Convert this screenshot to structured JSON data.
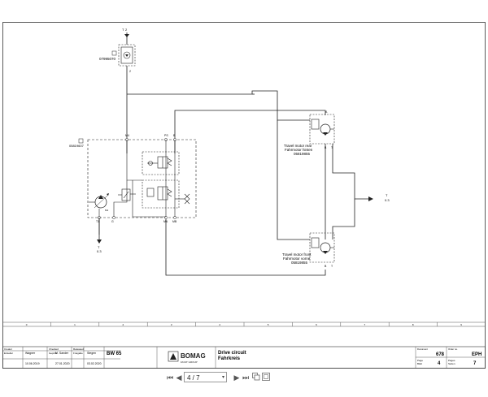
{
  "drawing": {
    "top_port_a": "T",
    "top_port_b": "2",
    "filter_id": "07995070",
    "filter_port_b": "1",
    "filter_port_c": "2",
    "pump_id": "05819607",
    "port_labels": [
      "M4",
      "PS",
      "B",
      "M1",
      "T1",
      "G",
      "MA",
      "MB",
      "M5"
    ],
    "pump_drain": "T",
    "pump_drain_num": "0.3",
    "motor_rear_text_1": "Travel motor rear",
    "motor_rear_text_2": "Fahrmotor hinten",
    "motor_rear_id": "05819855",
    "motor_front_text_1": "Travel motor front",
    "motor_front_text_2": "Fahrmotor vorne",
    "motor_front_id": "05819855",
    "right_arrow_a": "T",
    "right_arrow_b": "0.3",
    "motor_ports": [
      "A",
      "B",
      "T"
    ]
  },
  "title_block": {
    "created_label_1": "Creator",
    "created_label_2": "Ersteller",
    "created_name": "Wagner",
    "created_date": "10.06.2019",
    "check_label_1": "Checked",
    "check_label_2": "Geprüft",
    "checker_name": "M. Sander",
    "checker_date": "27.01.2020",
    "rel_label_1": "Released",
    "rel_label_2": "Freigabe",
    "rel_name": "Stegen",
    "rel_date": "03.02.2020",
    "model": "BW 65",
    "logo_name": "BOMAG",
    "logo_sub": "FAYAT GROUP",
    "title_en": "Drive circuit",
    "title_de": "Fahrkreis",
    "doc_num": "678",
    "doc_code": "EPH",
    "page_label_1": "Page",
    "page_label_2": "Blatt",
    "page_num": "4",
    "pages_label_1": "Pages",
    "pages_label_2": "Seiten",
    "pages_total": "7",
    "doc_no_label": "Document",
    "ordno_label": "Order no."
  },
  "grid_columns": [
    "0",
    "1",
    "2",
    "3",
    "4",
    "5",
    "6",
    "7",
    "8",
    "9"
  ],
  "viewer": {
    "page_indicator": "4 / 7",
    "first_icon": "⏮",
    "prev_icon": "◀",
    "next_icon": "▶",
    "last_icon": "⏭",
    "caret": "▾"
  }
}
